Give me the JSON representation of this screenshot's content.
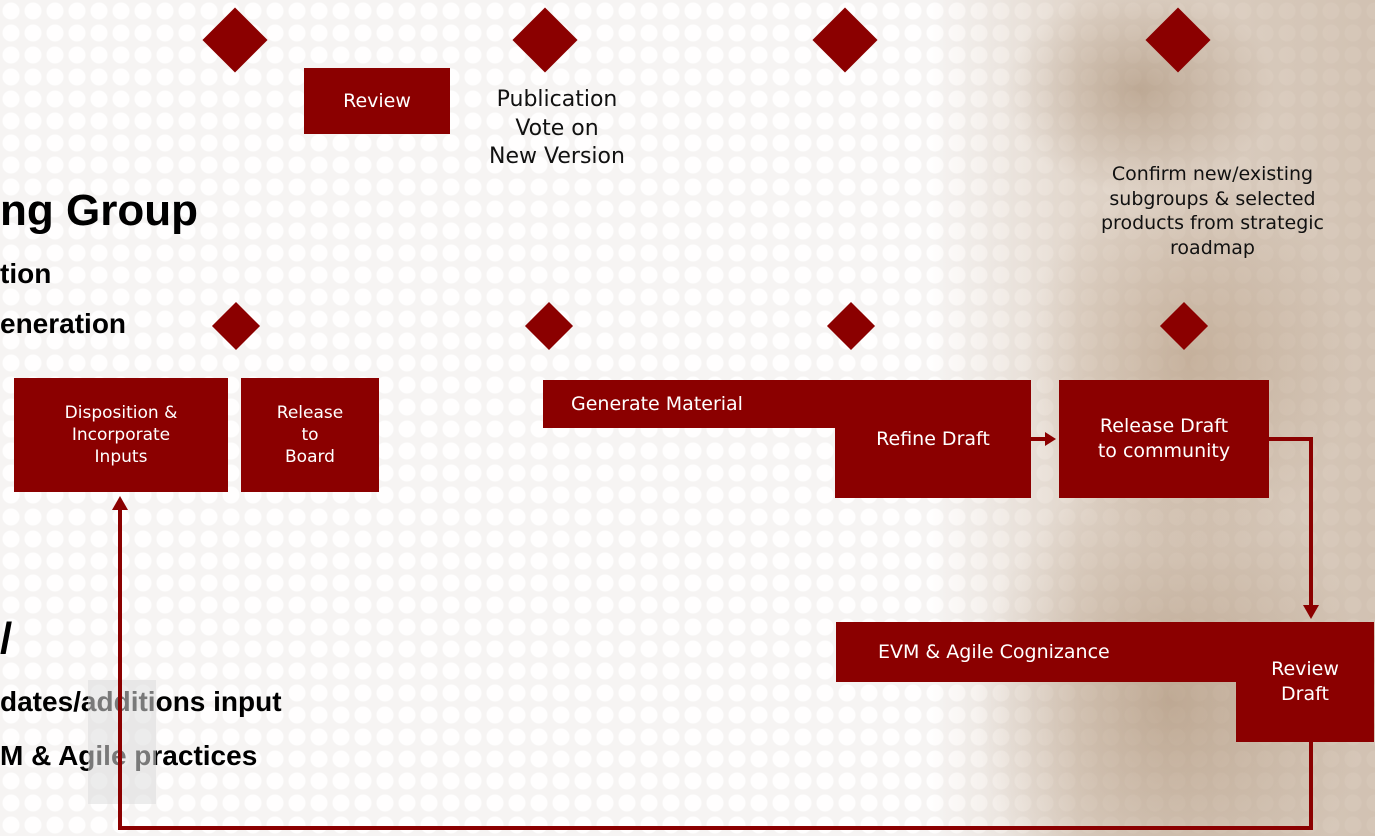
{
  "top": {
    "review": "Review",
    "publication_lines": [
      "Publication",
      "Vote on",
      "New Version"
    ],
    "confirm_lines": [
      "Confirm new/existing",
      "subgroups & selected",
      "products from strategic",
      "roadmap"
    ]
  },
  "left_headings": {
    "line1": "ng Group",
    "line2": "tion",
    "line3": "eneration",
    "line4": "/",
    "line5": "dates/additions input",
    "line6": "M & Agile practices"
  },
  "boxes": {
    "disposition_lines": [
      "Disposition &",
      "Incorporate",
      "Inputs"
    ],
    "release_board_lines": [
      "Release",
      "to",
      "Board"
    ],
    "generate_material": "Generate Material",
    "refine_draft": "Refine Draft",
    "release_draft_lines": [
      "Release Draft",
      "to community"
    ],
    "evm_agile": "EVM & Agile Cognizance",
    "review_draft_lines": [
      "Review",
      "Draft"
    ]
  },
  "colors": {
    "accent": "#8b0000",
    "text_on_accent": "#ffffff"
  }
}
